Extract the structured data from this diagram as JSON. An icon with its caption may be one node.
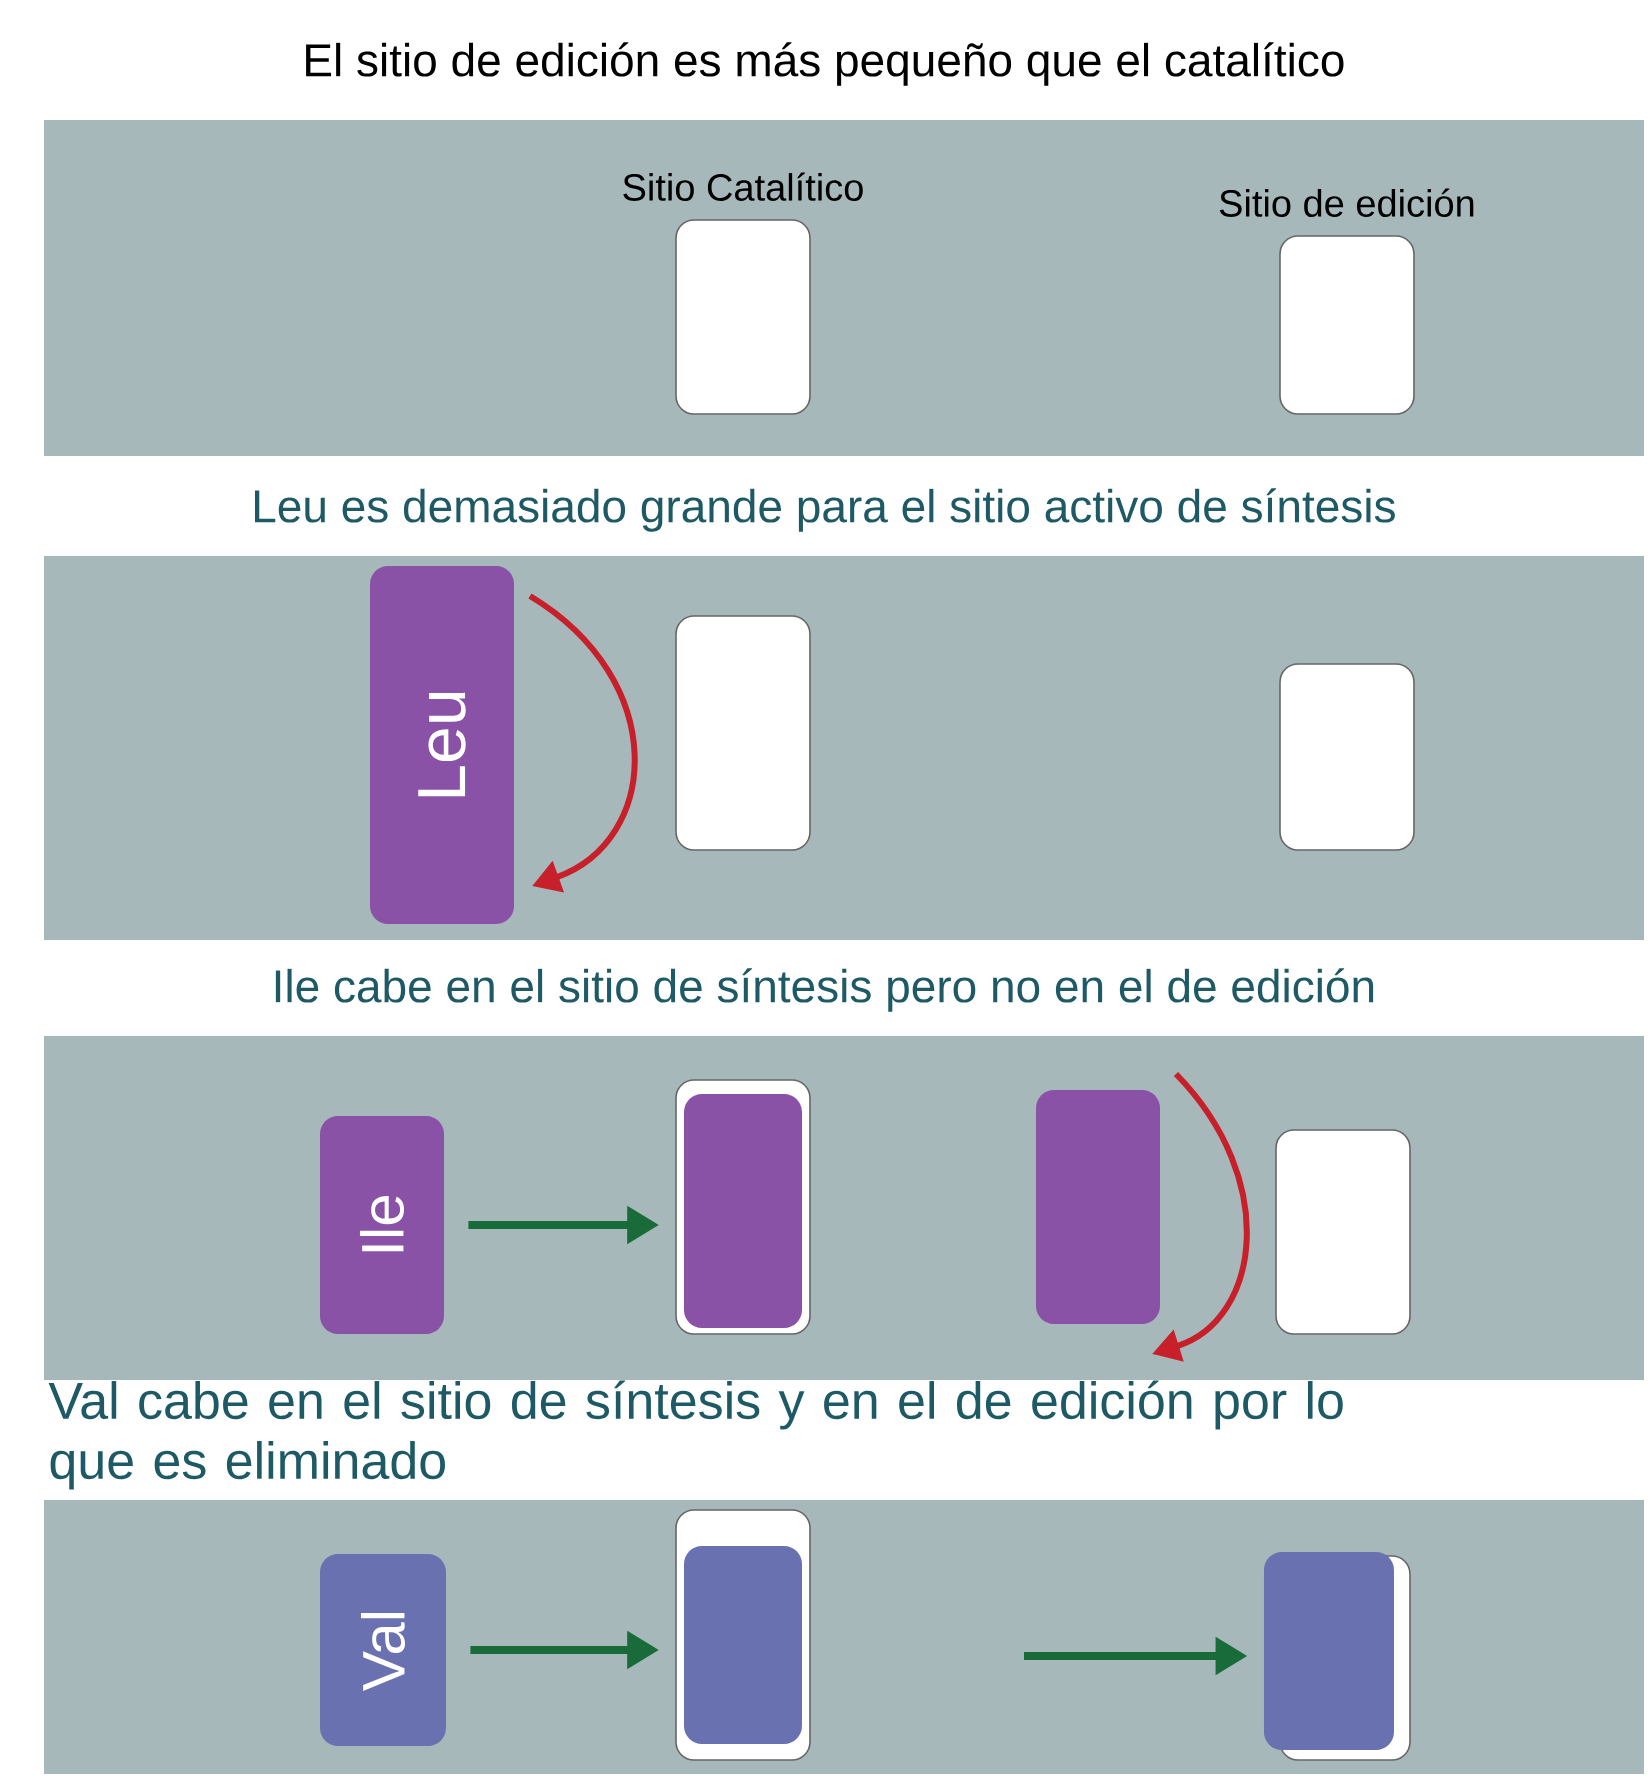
{
  "diagram": {
    "title": "El sitio de edición es más pequeño que el catalítico",
    "nodes": [
      {
        "text": [
          "Sitio Catalítico"
        ]
      },
      {
        "text": [
          "Sitio de edición"
        ]
      },
      {
        "text": [
          "Leu"
        ]
      },
      {
        "text": [],
        "shape": "box"
      },
      {
        "text": [],
        "shape": "box"
      },
      {
        "text": [
          "Ile"
        ]
      },
      {
        "text": [],
        "shape": "box"
      },
      {
        "text": [],
        "shape": "box",
        "in": 6
      },
      {
        "text": [],
        "shape": "box"
      },
      {
        "text": [],
        "shape": "box"
      },
      {
        "text": [
          "Val"
        ]
      },
      {
        "text": [],
        "shape": "box"
      },
      {
        "text": [],
        "shape": "box",
        "in": 11
      },
      {
        "text": [],
        "shape": "box"
      },
      {
        "text": [],
        "shape": "box"
      }
    ],
    "edges": [
      {
        "from": 5,
        "to": 6,
        "arrow": "to"
      },
      {
        "from": 10,
        "to": 11,
        "arrow": "to"
      },
      {
        "from": null,
        "to": 14,
        "arrow": "to"
      }
    ],
    "labels": [
      "Leu es demasiado grande para el sitio activo de síntesis",
      "Ile cabe en el sitio de síntesis pero no en el de edición",
      "Val cabe en el sitio de síntesis y en el de edición por lo que es eliminado"
    ]
  }
}
